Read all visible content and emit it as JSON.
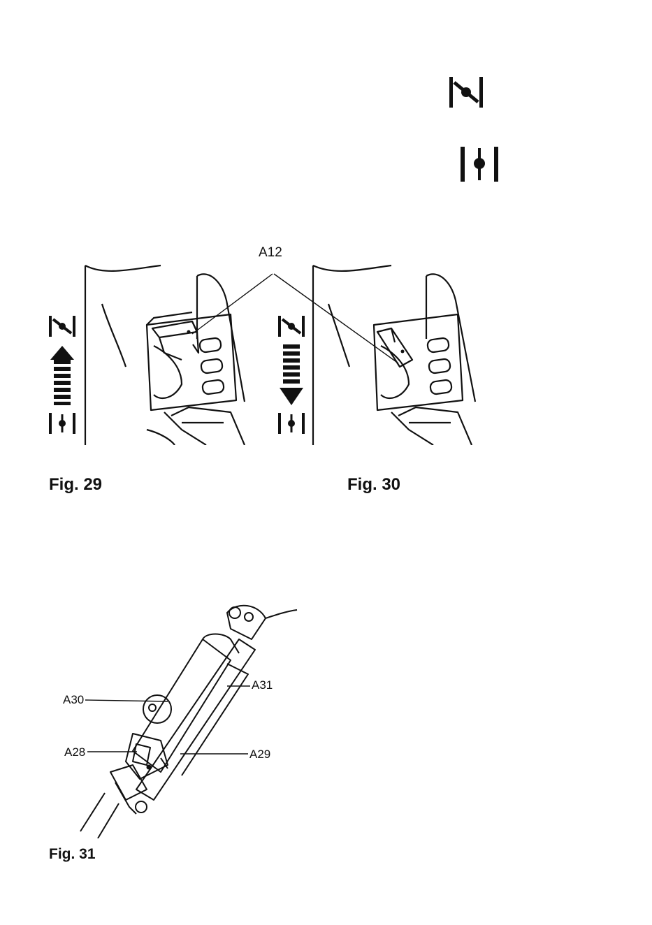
{
  "symbols": {
    "choke_closed_icon": "choke-closed-icon",
    "choke_open_icon": "choke-open-icon"
  },
  "figures": {
    "fig29": {
      "caption": "Fig. 29"
    },
    "fig30": {
      "caption": "Fig. 30"
    },
    "fig31": {
      "caption": "Fig. 31"
    }
  },
  "callouts": {
    "a12": "A12",
    "a28": "A28",
    "a29": "A29",
    "a30": "A30",
    "a31": "A31"
  },
  "colors": {
    "ink": "#111111",
    "paper": "#ffffff"
  }
}
